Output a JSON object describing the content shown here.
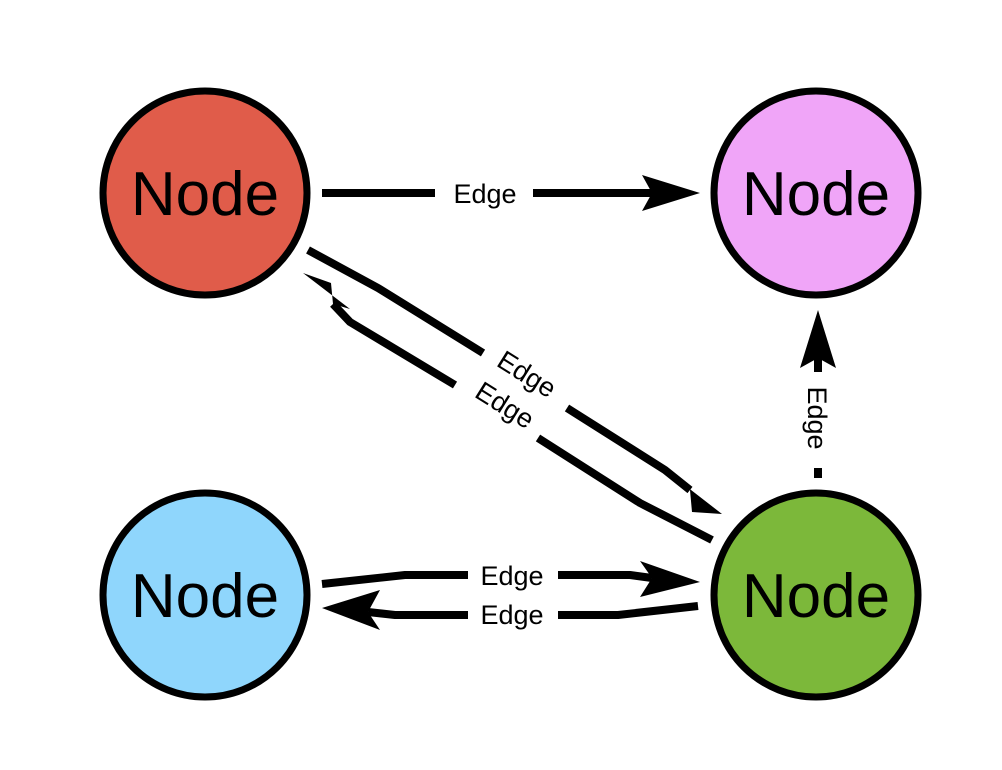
{
  "nodes": [
    {
      "id": "red",
      "label": "Node",
      "color": "#e05c4a"
    },
    {
      "id": "pink",
      "label": "Node",
      "color": "#f0a5f8"
    },
    {
      "id": "blue",
      "label": "Node",
      "color": "#8fd6fc"
    },
    {
      "id": "green",
      "label": "Node",
      "color": "#7cb83a"
    }
  ],
  "edges": [
    {
      "id": "red-to-pink",
      "label": "Edge",
      "from": "red",
      "to": "pink"
    },
    {
      "id": "red-to-green",
      "label": "Edge",
      "from": "red",
      "to": "green"
    },
    {
      "id": "green-to-red",
      "label": "Edge",
      "from": "green",
      "to": "red"
    },
    {
      "id": "green-to-pink",
      "label": "Edge",
      "from": "green",
      "to": "pink"
    },
    {
      "id": "blue-to-green",
      "label": "Edge",
      "from": "blue",
      "to": "green"
    },
    {
      "id": "green-to-blue",
      "label": "Edge",
      "from": "green",
      "to": "blue"
    }
  ]
}
